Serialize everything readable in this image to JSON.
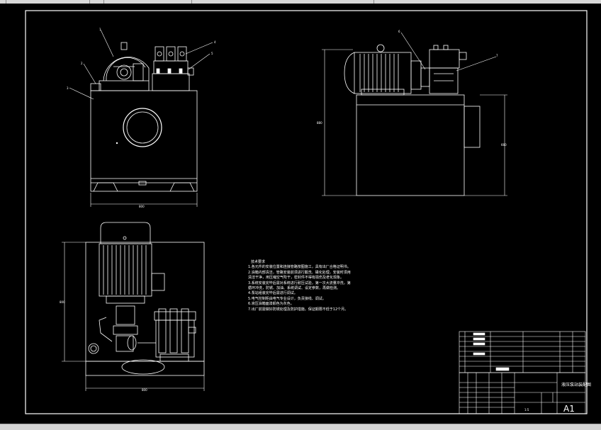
{
  "window": {
    "title": "",
    "background": "#000000",
    "line_color": "#ffffff"
  },
  "drawing": {
    "front_view": {
      "width_dim": "800",
      "callouts": [
        "1",
        "2",
        "3",
        "4",
        "5"
      ]
    },
    "side_view": {
      "height_dim": "880",
      "right_dim": "660",
      "callouts": [
        "6",
        "7"
      ]
    },
    "top_view": {
      "width_dim": "800",
      "depth_dim": "800"
    },
    "notes": {
      "title": "技术要求",
      "lines": [
        "1.各元件的安装位置和连接管路按图施工，具有出厂合格证明书。",
        "2.油箱内部清洁，管路安装前须进行酸洗、磷化处理，安装时须用",
        "  清洁干净，用压缩空气吹干，密封件不得有损伤及老化现象。",
        "3.系统安装完毕后需对系统进行耐压试验，第一次大流量冲洗，第",
        "  循环冲洗，防锈、加油、系统调试、设定参数，再做检测。",
        "4.泵站组装完毕后需进行调试。",
        "5.电气控制柜由电气专业设计，负责接线、调试。",
        "6.液压油箱面漆颜色为灰色。",
        "7.出厂前需做好防锈处理及防护措施。保证期限不低于12个月。"
      ]
    },
    "title_block": {
      "sheet_size": "A1",
      "drawing_name": "液压泵站装配图",
      "scale": "1:5"
    }
  }
}
